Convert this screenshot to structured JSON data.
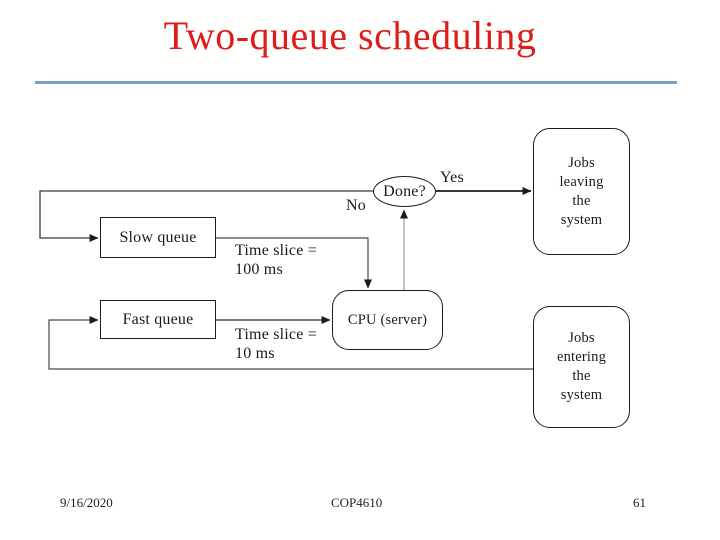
{
  "slide": {
    "title": "Two-queue scheduling",
    "title_color": "#dd1c1c",
    "accent_rule_color": "#7d9ec4"
  },
  "diagram": {
    "nodes": {
      "slow_queue": "Slow queue",
      "fast_queue": "Fast queue",
      "cpu": "CPU (server)",
      "done": "Done?",
      "jobs_leaving": "Jobs\nleaving\nthe\nsystem",
      "jobs_entering": "Jobs\nentering\nthe\nsystem"
    },
    "labels": {
      "yes": "Yes",
      "no": "No",
      "time_slice_slow": "Time slice =\n100 ms",
      "time_slice_fast": "Time slice =\n10 ms"
    }
  },
  "footer": {
    "date": "9/16/2020",
    "course": "COP4610",
    "page_number": "61"
  }
}
